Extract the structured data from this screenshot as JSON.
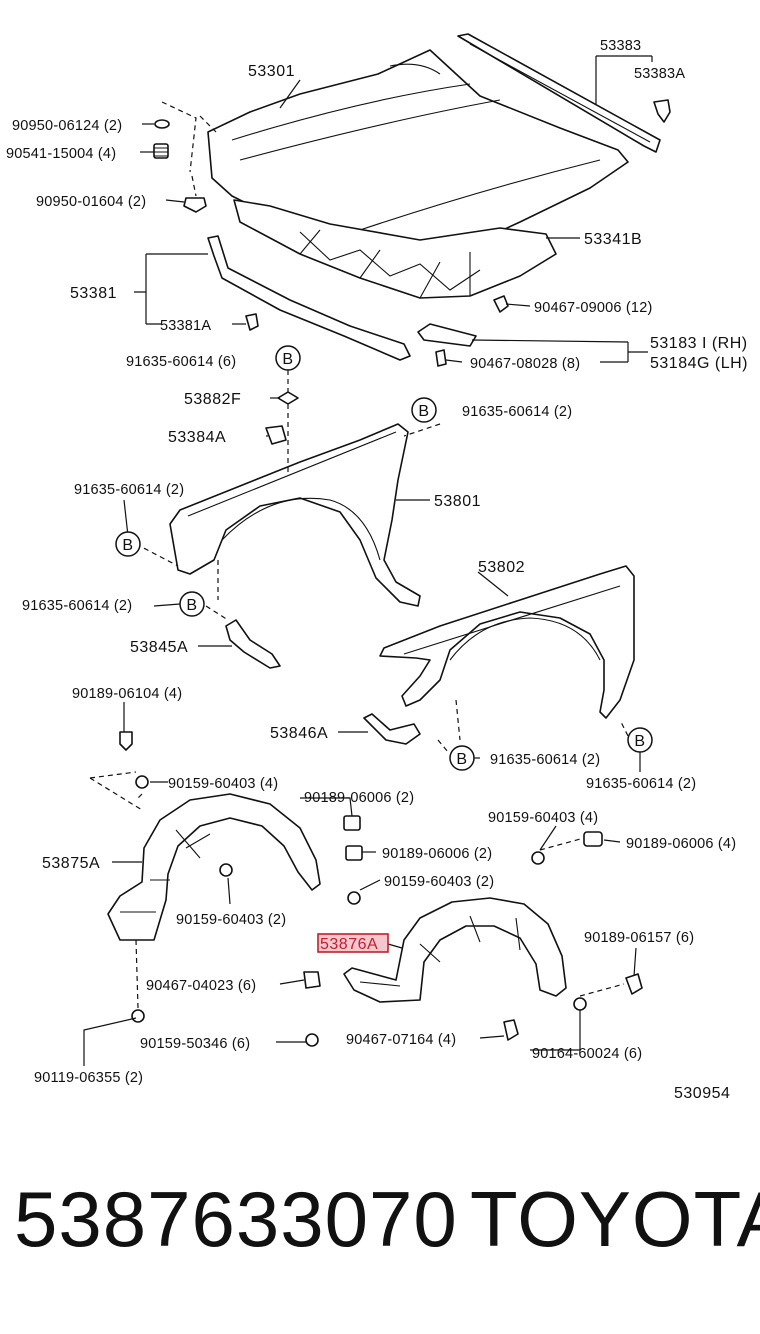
{
  "diagram": {
    "labels": {
      "p53301": "53301",
      "p53383": "53383",
      "p53383A": "53383A",
      "p90950_06124": "90950-06124 (2)",
      "p90541_15004": "90541-15004 (4)",
      "p90950_01604": "90950-01604 (2)",
      "p53341B": "53341B",
      "p53381": "53381",
      "p53381A": "53381A",
      "p90467_09006": "90467-09006 (12)",
      "p53183I": "53183 I (RH)",
      "p53184G": "53184G (LH)",
      "p90467_08028": "90467-08028 (8)",
      "p91635_60614_a": "91635-60614 (6)",
      "p53882F": "53882F",
      "p91635_60614_b": "91635-60614 (2)",
      "p53384A": "53384A",
      "p53801": "53801",
      "p91635_60614_c": "91635-60614 (2)",
      "p91635_60614_d": "91635-60614 (2)",
      "p53802": "53802",
      "p53845A": "53845A",
      "p90189_06104": "90189-06104 (4)",
      "p53846A": "53846A",
      "p91635_60614_e": "91635-60614 (2)",
      "p91635_60614_f": "91635-60614 (2)",
      "p90159_60403_a": "90159-60403 (4)",
      "p90189_06006_a": "90189-06006 (2)",
      "p90159_60403_b": "90159-60403 (4)",
      "p90189_06006_b": "90189-06006 (4)",
      "p53875A": "53875A",
      "p90189_06006_c": "90189-06006 (2)",
      "p90159_60403_c": "90159-60403 (2)",
      "p90159_60403_d": "90159-60403 (2)",
      "p53876A": "53876A",
      "p90189_06157": "90189-06157 (6)",
      "p90467_04023": "90467-04023 (6)",
      "p90159_50346": "90159-50346 (6)",
      "p90467_07164": "90467-07164 (4)",
      "p90164_60024": "90164-60024 (6)",
      "p90119_06355": "90119-06355 (2)",
      "p530954": "530954",
      "refB": "B"
    },
    "highlight_color": "#c0202e"
  },
  "footer": {
    "part_number": "5387633070",
    "brand": "TOYOTA"
  }
}
